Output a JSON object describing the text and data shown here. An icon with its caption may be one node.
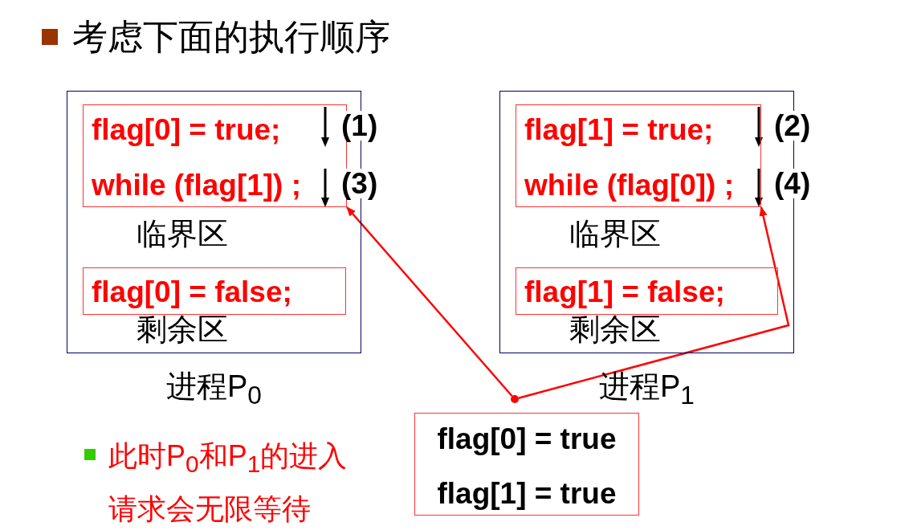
{
  "diagram": {
    "title": "考虑下面的执行顺序",
    "nodes": [
      {
        "text": [
          "临界区",
          "剩余区",
          "进程P$_{0}$"
        ]
      },
      {
        "text": [
          "flag[0] = true;",
          "while (flag[1]) ;"
        ],
        "in": 0
      },
      {
        "text": [
          "flag[0] = false;"
        ],
        "in": 0
      },
      {
        "text": [
          "临界区",
          "剩余区",
          "进程P$_{1}$"
        ]
      },
      {
        "text": [
          "flag[1] = true;",
          "while (flag[0]) ;"
        ],
        "in": 3
      },
      {
        "text": [
          "flag[1] = false;"
        ],
        "in": 3
      },
      {
        "text": [
          "flag[0] = true",
          "flag[1] = true"
        ]
      },
      {
        "text": [],
        "shape": "circle"
      }
    ],
    "edges": [
      {
        "from": 7,
        "to": 1,
        "arrow": "to"
      },
      {
        "from": 7,
        "to": 4,
        "arrow": "to"
      }
    ],
    "labels": [
      "(1)",
      "(3)",
      "(2)",
      "(4)",
      "此时P$_{0}$和P$_{1}$的进入请求会无限等待"
    ]
  }
}
